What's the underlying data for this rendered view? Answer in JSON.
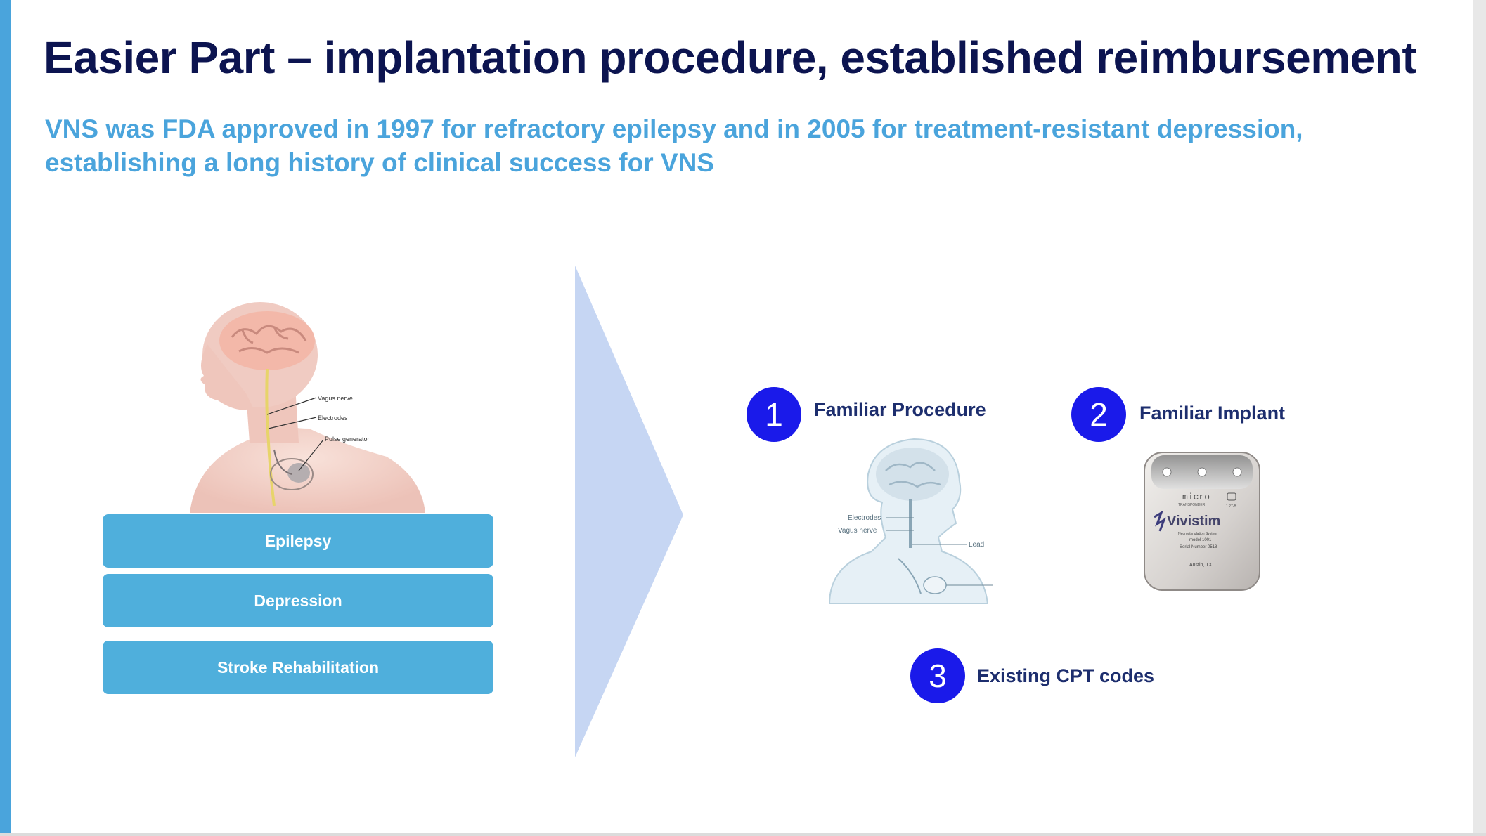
{
  "slide": {
    "title": "Easier Part – implantation procedure, established reimbursement",
    "subtitle_line1": "VNS was FDA approved in 1997 for refractory epilepsy and in 2005 for treatment-resistant depression,",
    "subtitle_line2": "establishing a long history of clinical success for VNS"
  },
  "anatomy_illustration": {
    "labels": [
      "Vagus nerve",
      "Electrodes",
      "Pulse generator"
    ]
  },
  "conditions": [
    "Epilepsy",
    "Depression",
    "Stroke Rehabilitation"
  ],
  "features": [
    {
      "number": "1",
      "label": "Familiar Procedure"
    },
    {
      "number": "2",
      "label": "Familiar Implant"
    },
    {
      "number": "3",
      "label": "Existing CPT codes"
    }
  ],
  "procedure_illustration": {
    "labels": [
      "Electrodes",
      "Vagus nerve",
      "Lead"
    ]
  },
  "device": {
    "brand_small": "micro",
    "brand_sub": "TRANSPONDER",
    "name": "Vivistim",
    "tagline": "Neurostimulation System",
    "model": "model 1001",
    "serial": "Serial Number 0518",
    "location": "Austin, TX",
    "code": "1.27-B"
  },
  "colors": {
    "title": "#0c1450",
    "subtitle": "#4aa4dc",
    "condition_box": "#4fafdc",
    "number_circle": "#1a1aea",
    "feature_label": "#1d2e6e",
    "chevron": "#c6d6f3",
    "accent_bar": "#4aa4dc"
  }
}
